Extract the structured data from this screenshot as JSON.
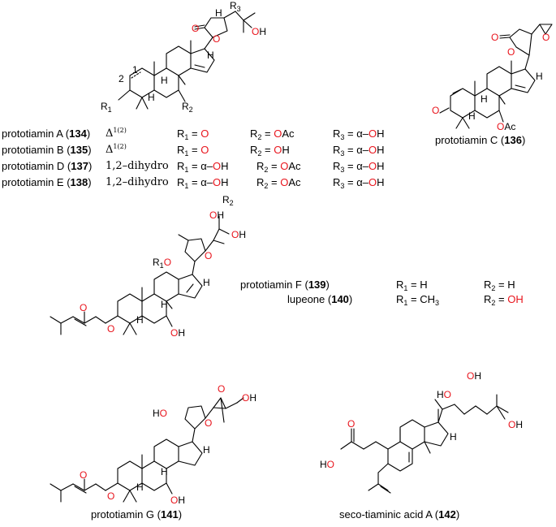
{
  "compounds": {
    "A": {
      "name": "prototiamin A (",
      "num": "134",
      "close": ")",
      "delta": "Δ",
      "delta_sup": "1(2)",
      "r1": "O",
      "r2": "OAc",
      "r3": "α–OH"
    },
    "B": {
      "name": "prototiamin B (",
      "num": "135",
      "close": ")",
      "delta": "Δ",
      "delta_sup": "1(2)",
      "r1": "O",
      "r2": "OH",
      "r3": "α–OH"
    },
    "D": {
      "name": "prototiamin D (",
      "num": "137",
      "close": ")",
      "delta": "1,2–dihydro",
      "r1": "α–OH",
      "r2": "OAc",
      "r3": "α–OH"
    },
    "E": {
      "name": "prototiamin E (",
      "num": "138",
      "close": ")",
      "delta": "1,2–dihydro",
      "r1": "α–OH",
      "r2": "OAc",
      "r3": "α–OH"
    },
    "C": {
      "name": "prototiamin C (",
      "num": "136",
      "close": ")"
    },
    "F": {
      "name": "prototiamin F (",
      "num": "139",
      "close": ")",
      "r1": "H",
      "r2": "H"
    },
    "lupeone": {
      "name": "lupeone (",
      "num": "140",
      "close": ")",
      "r1": "CH",
      "r1_sub": "3",
      "r2": "OH"
    },
    "G": {
      "name": "prototiamin G (",
      "num": "141",
      "close": ")"
    },
    "seco": {
      "name": "seco-tiaminic acid A (",
      "num": "142",
      "close": ")"
    }
  },
  "subst_labels": {
    "r1": "R",
    "r1_sub": "1",
    "r2": "R",
    "r2_sub": "2",
    "r3": "R",
    "r3_sub": "3",
    "eq": " = "
  },
  "atom_labels": {
    "o": "O",
    "oh": "OH",
    "ho": "HO",
    "h": "H",
    "oac": "OAc",
    "pos1": "1",
    "pos2": "2"
  },
  "colors": {
    "heteroatom": "#e8141c",
    "bond": "#000000"
  }
}
